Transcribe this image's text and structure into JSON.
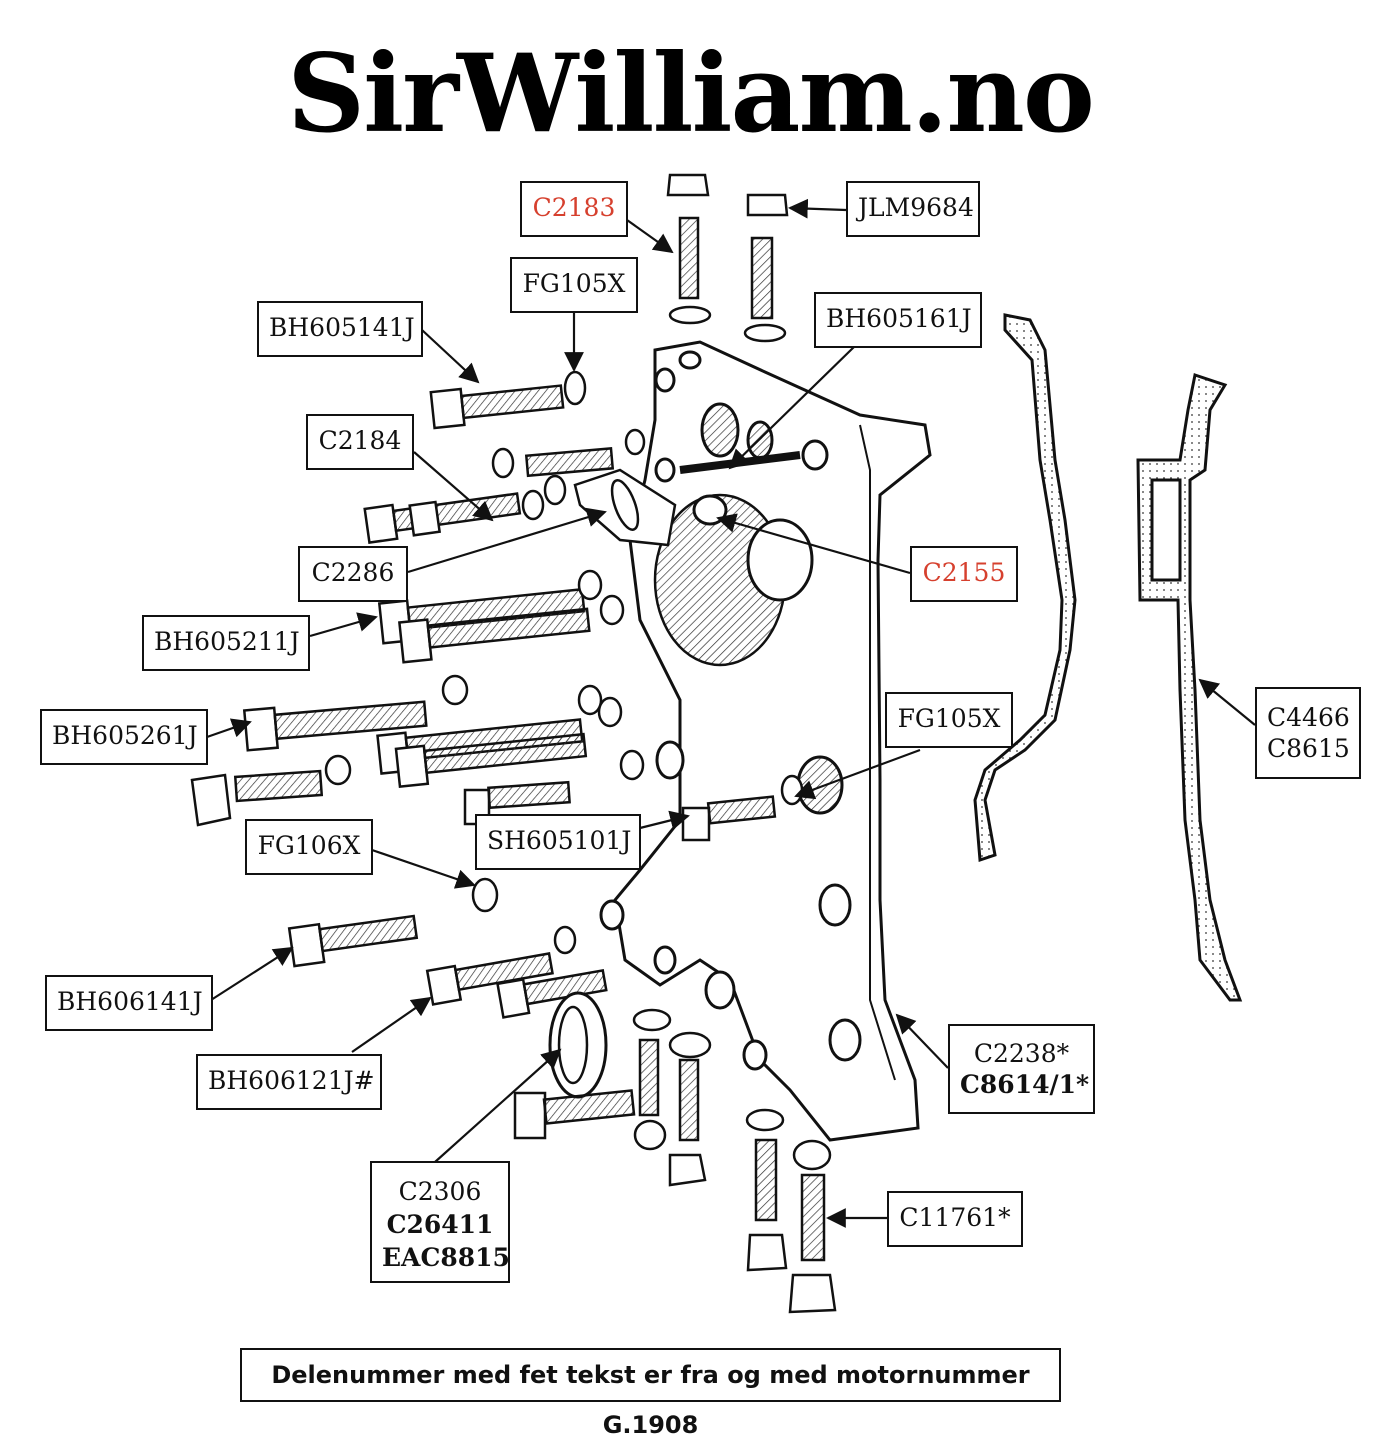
{
  "title": "SirWilliam.no",
  "footnote": "Delenummer med fet tekst er fra og med motornummer G.1908",
  "colors": {
    "highlight": "#d6402e",
    "ink": "#111111"
  },
  "labels": {
    "c2183": "C2183",
    "jlm9684": "JLM9684",
    "fg105x_top": "FG105X",
    "bh605141j": "BH605141J",
    "bh605161j": "BH605161J",
    "c2184": "C2184",
    "c2286": "C2286",
    "c2155": "C2155",
    "bh605211j": "BH605211J",
    "bh605261j": "BH605261J",
    "fg105x_mid": "FG105X",
    "sh605101j": "SH605101J",
    "fg106x": "FG106X",
    "bh606141j": "BH606141J",
    "bh606121j": "BH606121J#",
    "c2238_line1": "C2238*",
    "c2238_line2": "C8614/1*",
    "c4466_line1": "C4466",
    "c4466_line2": "C8615",
    "c11761": "C11761*",
    "c2306_line1": "C2306",
    "c2306_line2": "C26411",
    "c2306_line3": "EAC8815"
  }
}
